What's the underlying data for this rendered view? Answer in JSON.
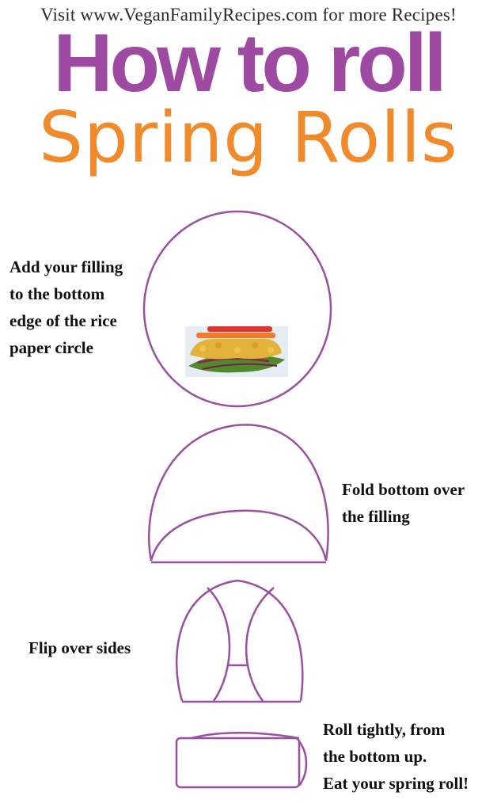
{
  "header": {
    "visit_text": "Visit www.VeganFamilyRecipes.com for more Recipes!",
    "title_line1": "How to roll",
    "title_line2": "Spring Rolls"
  },
  "steps": [
    {
      "lines": [
        "Add your filling",
        "to the bottom",
        "edge of the rice",
        "paper circle"
      ]
    },
    {
      "lines": [
        "Fold bottom over",
        "the filling"
      ]
    },
    {
      "lines": [
        "Flip over sides"
      ]
    },
    {
      "lines": [
        "Roll tightly, from",
        "the bottom up.",
        "Eat your spring roll!"
      ]
    }
  ],
  "colors": {
    "title_purple": "#9e4aa3",
    "title_orange": "#f08a2b",
    "outline": "#9b4fa2"
  }
}
